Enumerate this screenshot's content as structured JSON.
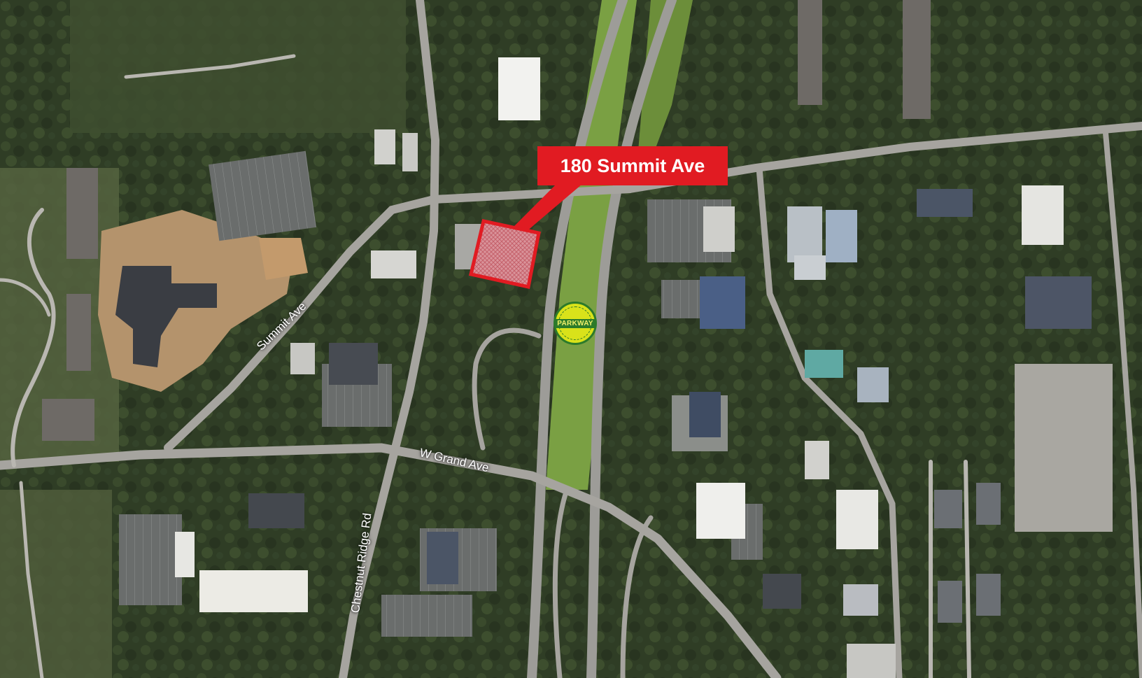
{
  "map": {
    "type": "satellite-aerial",
    "callout": {
      "label": "180 Summit Ave",
      "color": "#e11b22"
    },
    "roads": [
      {
        "id": "summit",
        "label": "Summit Ave"
      },
      {
        "id": "grand",
        "label": "W Grand Ave"
      },
      {
        "id": "chestnut",
        "label": "Chestnut Ridge Rd"
      }
    ],
    "highway_badge": {
      "label": "PARKWAY",
      "icon": "garden-state-parkway-shield-icon",
      "colors": {
        "fill": "#d9e21a",
        "ring": "#2c7a2a"
      }
    },
    "site_marker": {
      "icon": "property-outline-marker-icon",
      "color": "#e11b22"
    }
  }
}
